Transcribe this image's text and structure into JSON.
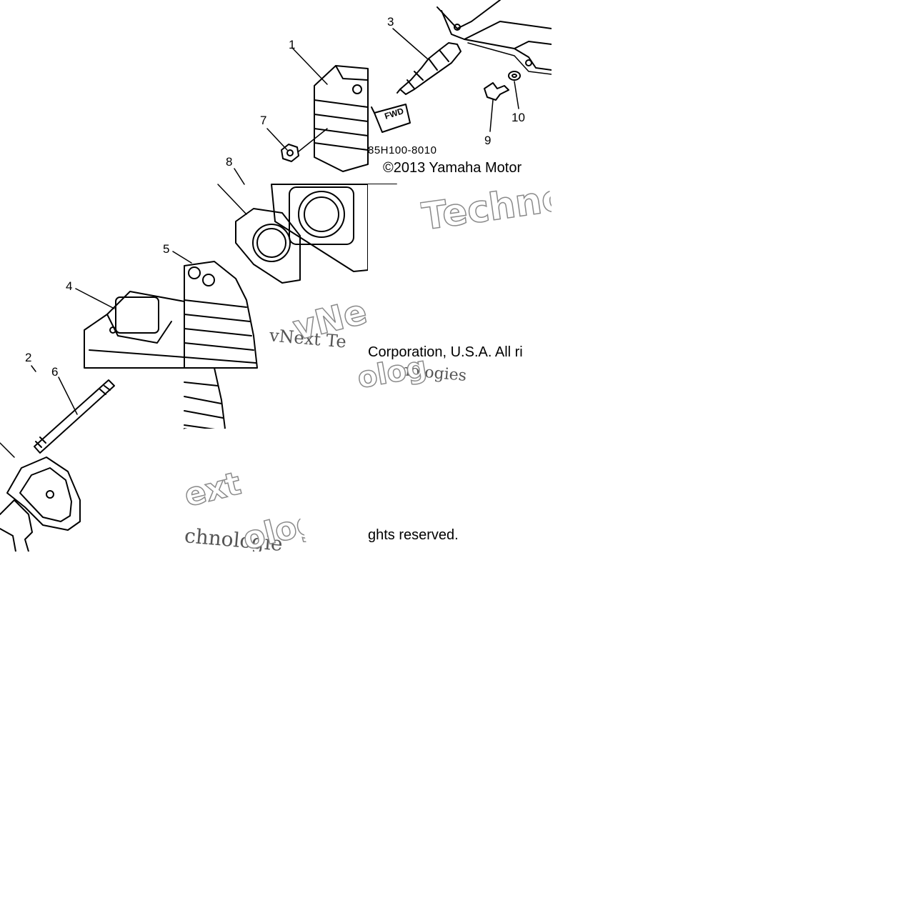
{
  "diagram": {
    "part_number": "85H100-8010",
    "copyright_line_1": "©2013 Yamaha Motor",
    "copyright_line_2": "Corporation, U.S.A. All ri",
    "copyright_line_3": "ghts reserved.",
    "fwd_label": "FWD",
    "callouts": [
      {
        "id": "1",
        "label": "1"
      },
      {
        "id": "2",
        "label": "2"
      },
      {
        "id": "3",
        "label": "3"
      },
      {
        "id": "4",
        "label": "4"
      },
      {
        "id": "5",
        "label": "5"
      },
      {
        "id": "6",
        "label": "6"
      },
      {
        "id": "7",
        "label": "7"
      },
      {
        "id": "8",
        "label": "8"
      },
      {
        "id": "9",
        "label": "9"
      },
      {
        "id": "10",
        "label": "10"
      }
    ],
    "watermarks": {
      "w1": "Techno",
      "w2": "vNext Te",
      "w3": "vNe",
      "w4": "nologies",
      "w5": "ext",
      "w6": "chnologie",
      "w7": "olog"
    }
  }
}
